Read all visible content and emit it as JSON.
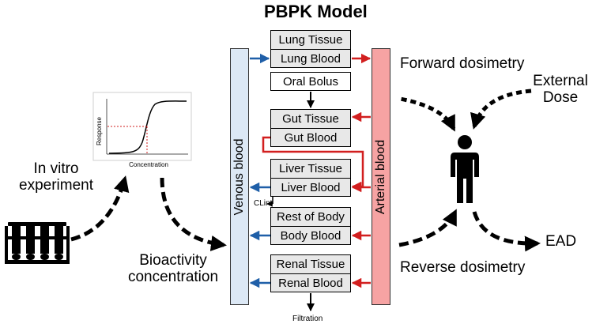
{
  "title": "PBPK Model",
  "compartments": {
    "venous_label": "Venous blood",
    "arterial_label": "Arterial blood",
    "lung_tissue": "Lung Tissue",
    "lung_blood": "Lung Blood",
    "oral_bolus": "Oral Bolus",
    "gut_tissue": "Gut Tissue",
    "gut_blood": "Gut Blood",
    "liver_tissue": "Liver Tissue",
    "liver_blood": "Liver Blood",
    "clint": "CLint",
    "rest_of_body": "Rest of Body",
    "body_blood": "Body Blood",
    "renal_tissue": "Renal Tissue",
    "renal_blood": "Renal Blood",
    "filtration": "Filtration"
  },
  "left": {
    "in_vitro_line1": "In vitro",
    "in_vitro_line2": "experiment",
    "bioactivity_line1": "Bioactivity",
    "bioactivity_line2": "concentration",
    "plot_ylabel": "Response",
    "plot_xlabel": "Concentration"
  },
  "right": {
    "forward": "Forward dosimetry",
    "external_line1": "External",
    "external_line2": "Dose",
    "reverse": "Reverse dosimetry",
    "ead": "EAD"
  },
  "colors": {
    "venous_fill": "#dce8f5",
    "arterial_fill": "#f6a3a3",
    "venous_arrow": "#1f5fa8",
    "arterial_arrow": "#d21f1f"
  }
}
